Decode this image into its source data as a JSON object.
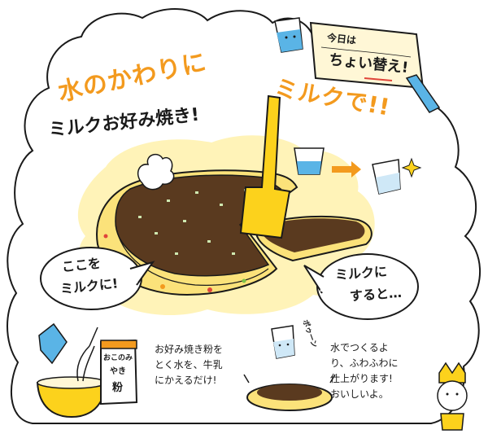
{
  "headline": {
    "line1": "水のかわりに",
    "line2": "ミルクで!!",
    "subtitle": "ミルクお好み焼き!"
  },
  "sign": {
    "line1": "今日は",
    "line2": "ちょい替え!"
  },
  "bubble_left": {
    "line1": "ここを",
    "line2": "ミルクに!"
  },
  "bubble_right": {
    "line1": "ミルクに",
    "line2": "すると…"
  },
  "flour_bag": {
    "line1": "おこのみ",
    "line2": "やき",
    "line3": "粉"
  },
  "caption_left": {
    "lines": [
      "お好み焼き粉を",
      "とく水を、牛乳",
      "にかえるだけ!"
    ]
  },
  "caption_right": {
    "lines": [
      "水でつくるよ",
      "り、ふわふわに",
      "仕上がります!",
      "おいしいよ。"
    ]
  },
  "sound_effect": "ポゥーン",
  "colors": {
    "accent_orange": "#f39a1e",
    "pancake_yellow": "#fbe27a",
    "sauce_brown": "#5a3a1f",
    "splash_yellow": "#fff3b8",
    "water_blue": "#5ab4e6",
    "spatula_yellow": "#fcd21c"
  }
}
